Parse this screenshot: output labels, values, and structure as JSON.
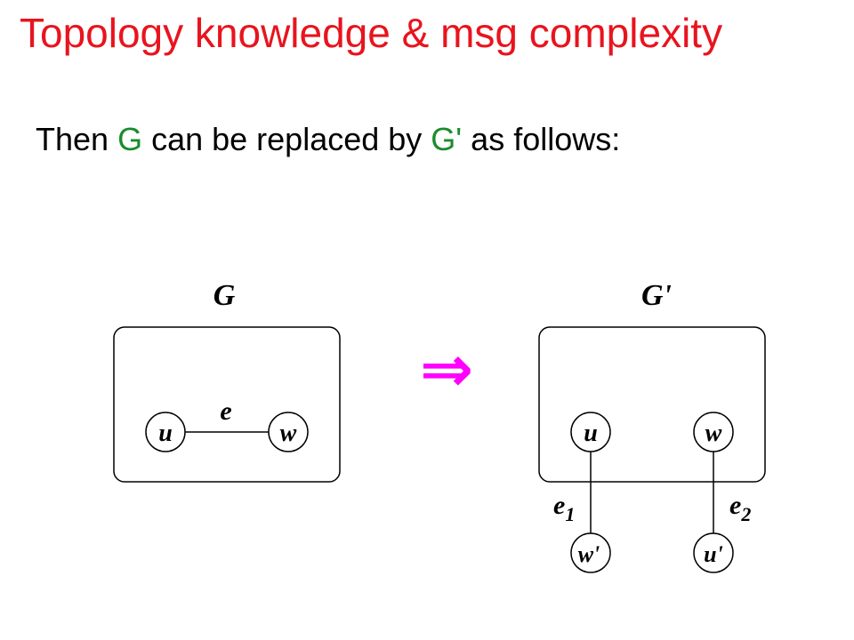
{
  "slide": {
    "title": "Topology knowledge & msg complexity",
    "sentence": {
      "part1": "Then ",
      "g": "G",
      "part2": " can be replaced by ",
      "g_prime": "G'",
      "part3": " as follows:"
    }
  },
  "colors": {
    "title": "#e8141e",
    "highlight": "#1a8c2a",
    "arrow": "#ff00ff"
  },
  "diagram": {
    "left": {
      "label": "G",
      "edge_label": "e",
      "node_u": "u",
      "node_w": "w"
    },
    "arrow_symbol": "⇒",
    "right": {
      "label": "G'",
      "node_u": "u",
      "node_w": "w",
      "node_w_prime": "w'",
      "node_u_prime": "u'",
      "edge1_letter": "e",
      "edge1_sub": "1",
      "edge2_letter": "e",
      "edge2_sub": "2"
    }
  }
}
